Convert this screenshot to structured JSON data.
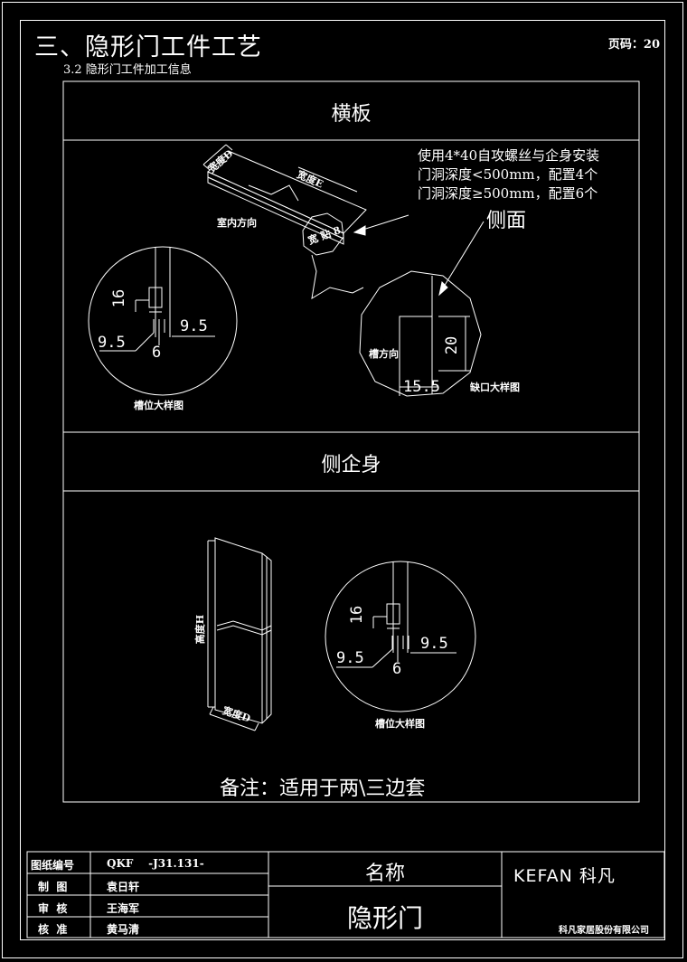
{
  "header": {
    "title": "三、隐形门工件工艺",
    "subtitle": "3.2 隐形门工件加工信息",
    "page_label": "页码：20"
  },
  "section1": {
    "heading": "横板",
    "install_note": [
      "使用4*40自攻螺丝与企身安装",
      "门洞深度<500mm，配置4个",
      "门洞深度≥500mm，配置6个"
    ],
    "side_label": "侧面",
    "indoor_label": "室内方向",
    "board_label_a": "宽度D",
    "board_label_b": "宽度E",
    "board_label_c": "宽 贴 8",
    "slot_detail": {
      "caption": "槽位大样图",
      "d16": "16",
      "d95a": "9.5",
      "d95b": "9.5",
      "d6": "6"
    },
    "notch_detail": {
      "caption": "缺口大样图",
      "dir_label": "槽方向",
      "d20": "20",
      "d155": "15.5"
    }
  },
  "section2": {
    "heading": "侧企身",
    "board_label_height": "高度H",
    "board_label_width": "宽度D",
    "slot_detail": {
      "caption": "槽位大样图",
      "d16": "16",
      "d95a": "9.5",
      "d95b": "9.5",
      "d6": "6"
    },
    "remark": "备注：适用于两\\三边套"
  },
  "title_block": {
    "rows": [
      {
        "label": "图纸编号",
        "value": "QKF    -J31.131-"
      },
      {
        "label": "制  图",
        "value": "袁日轩"
      },
      {
        "label": "审  核",
        "value": "王海军"
      },
      {
        "label": "核  准",
        "value": "黄马清"
      }
    ],
    "name_label": "名称",
    "name_value": "隐形门",
    "logo": "KEFAN 科凡",
    "company": "科凡家居股份有限公司"
  }
}
